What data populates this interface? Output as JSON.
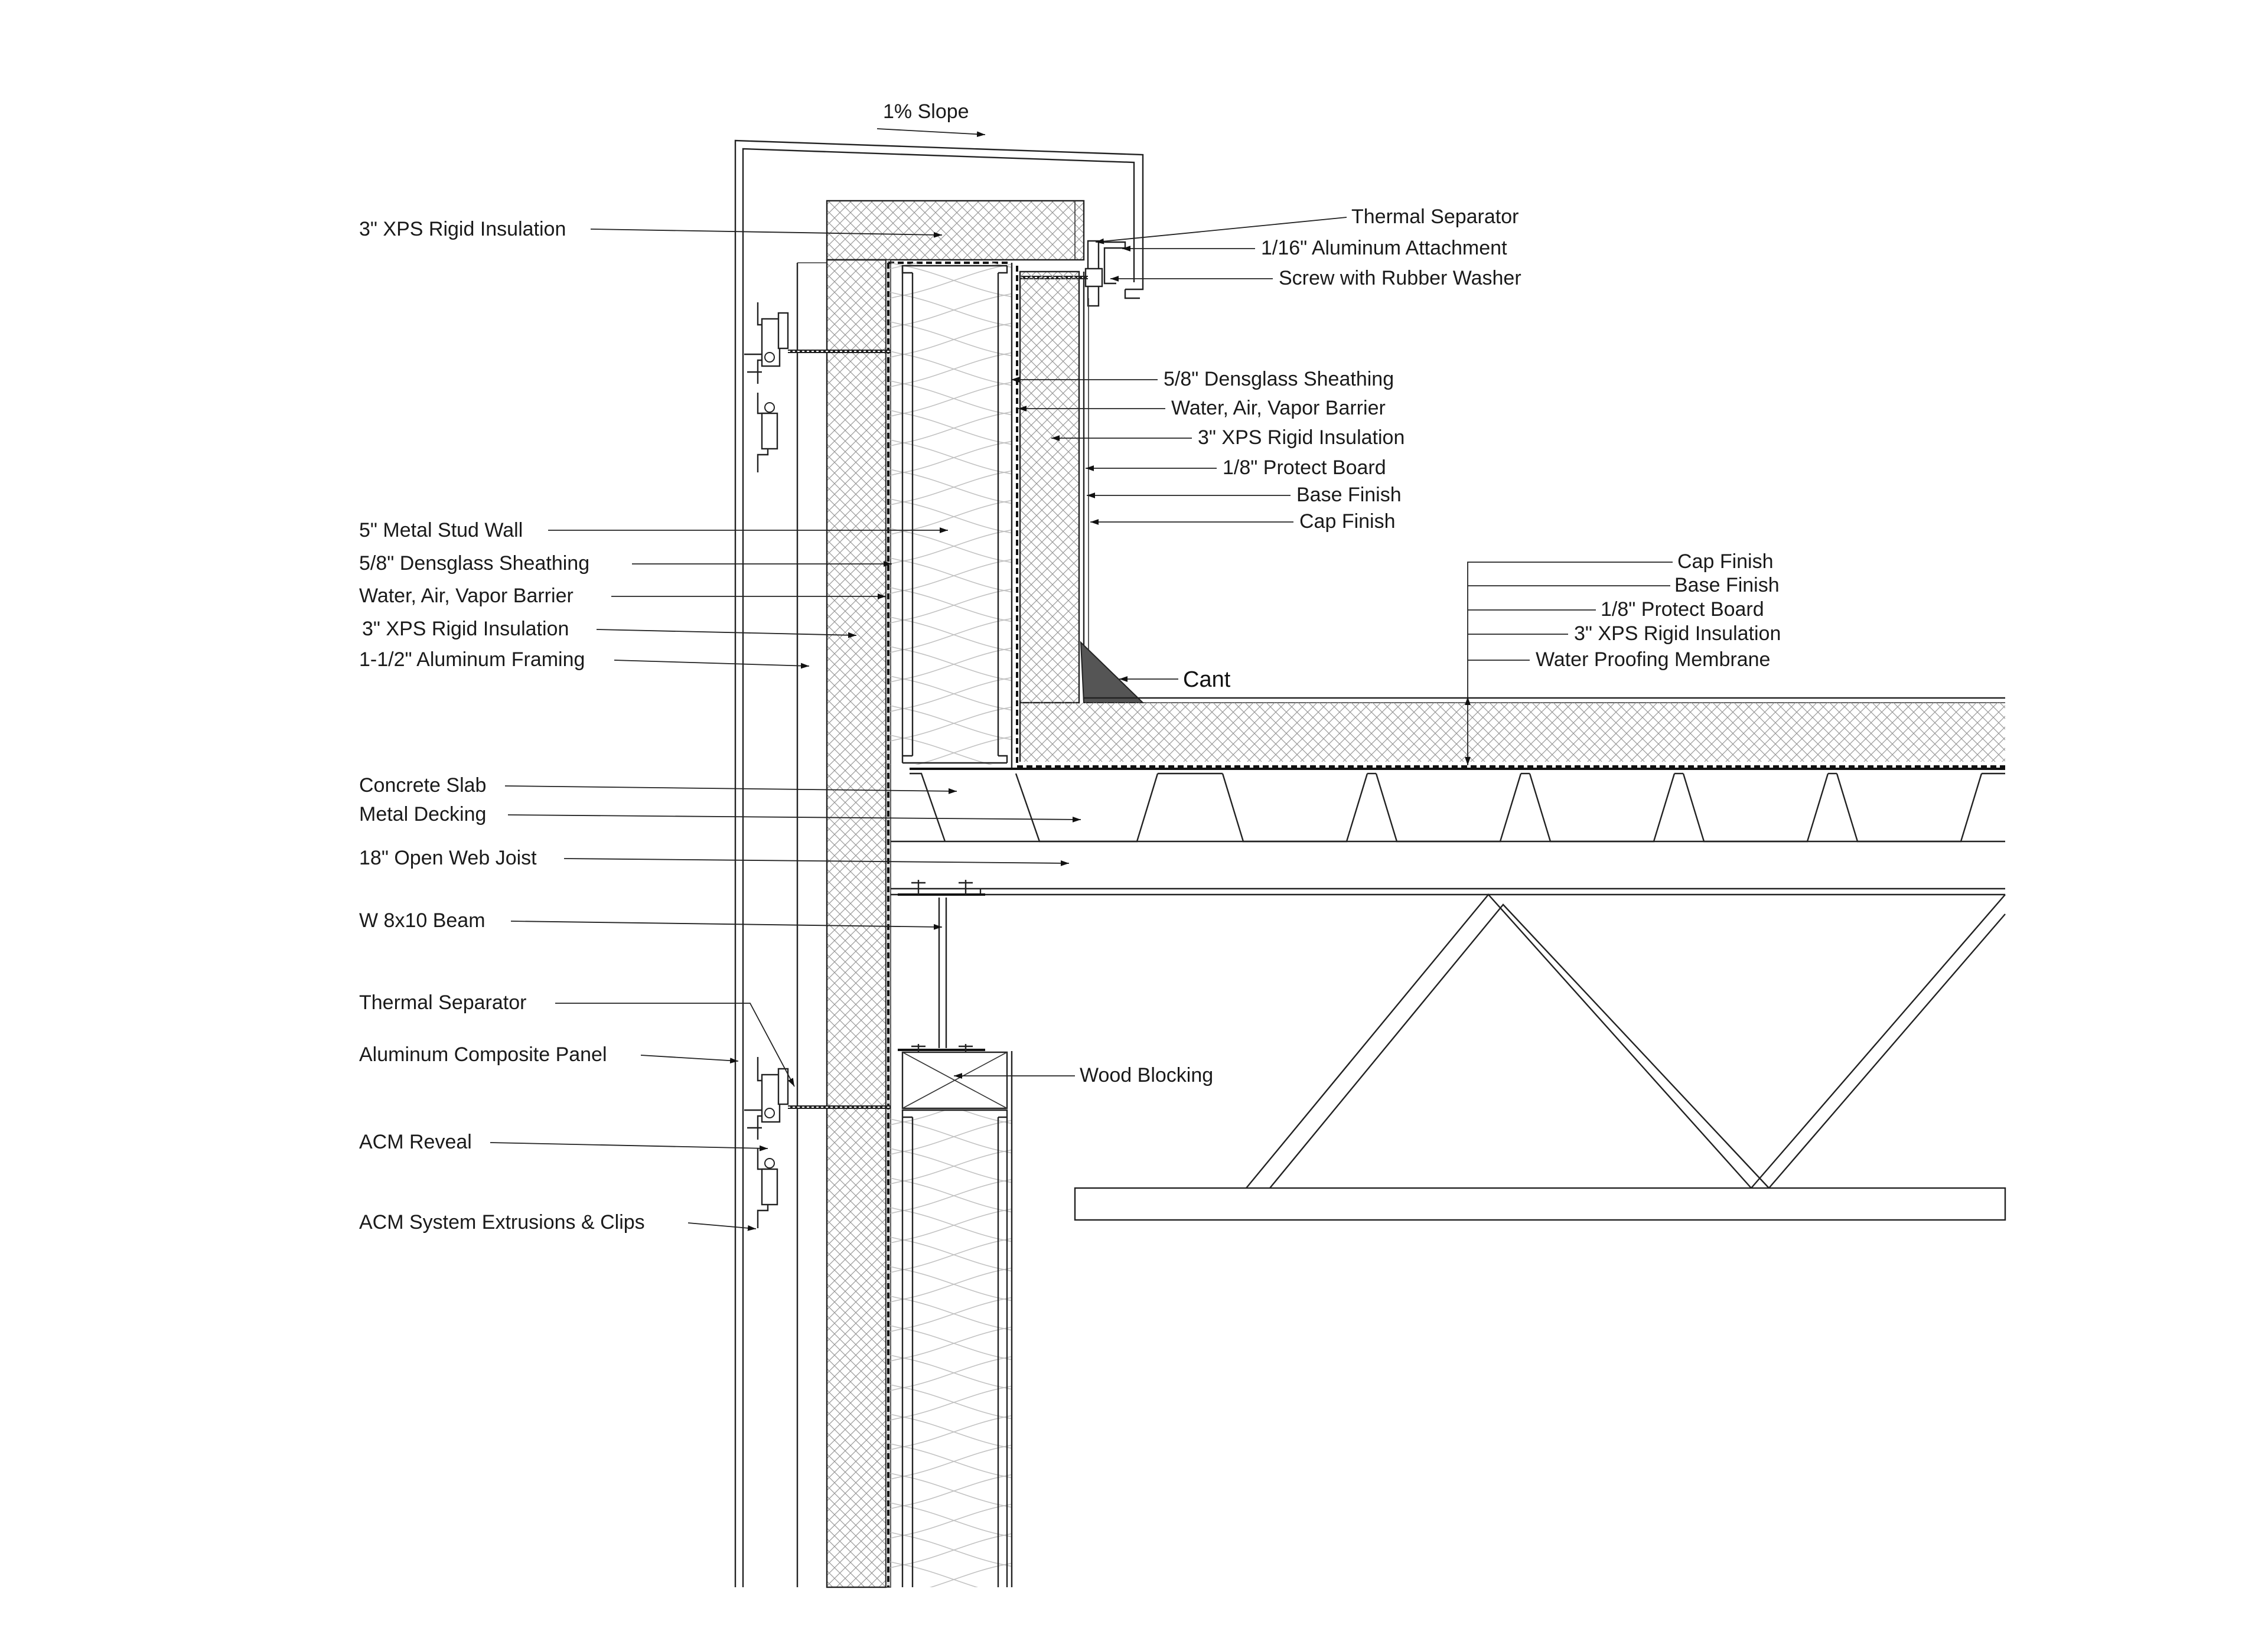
{
  "slope_label": "1% Slope",
  "cant_label": "Cant",
  "left_callouts": {
    "xps_top": "3\" XPS Rigid Insulation",
    "stud_wall": "5\" Metal Stud Wall",
    "densglass": "5/8\" Densglass Sheathing",
    "barrier": "Water, Air, Vapor Barrier",
    "xps_wall": "3\" XPS Rigid Insulation",
    "aluminum_framing": "1-1/2\" Aluminum Framing",
    "concrete_slab": "Concrete Slab",
    "metal_decking": "Metal Decking",
    "open_web_joist": "18\" Open Web Joist",
    "beam": "W 8x10 Beam",
    "thermal_separator": "Thermal Separator",
    "acm_panel": "Aluminum Composite Panel",
    "acm_reveal": "ACM Reveal",
    "acm_extrusions": "ACM System Extrusions & Clips"
  },
  "coping_callouts": {
    "thermal_separator": "Thermal Separator",
    "aluminum_attachment": "1/16\" Aluminum Attachment",
    "screw": "Screw with Rubber Washer"
  },
  "parapet_callouts": {
    "densglass": "5/8\" Densglass Sheathing",
    "barrier": "Water, Air, Vapor Barrier",
    "xps": "3\" XPS Rigid Insulation",
    "protect_board": "1/8\" Protect Board",
    "base_finish": "Base Finish",
    "cap_finish": "Cap Finish"
  },
  "roof_callouts": {
    "cap_finish": "Cap Finish",
    "base_finish": "Base Finish",
    "protect_board": "1/8\" Protect Board",
    "xps": "3\" XPS Rigid Insulation",
    "membrane": "Water Proofing Membrane"
  },
  "wood_blocking": "Wood Blocking"
}
